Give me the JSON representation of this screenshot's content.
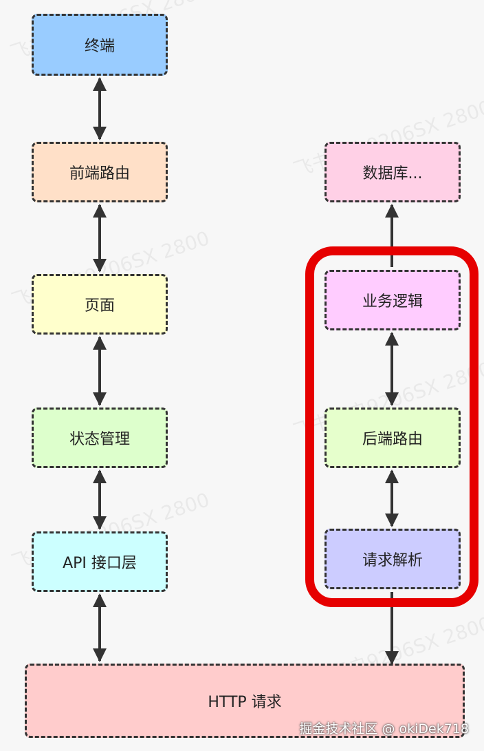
{
  "nodes": {
    "terminal": {
      "label": "终端",
      "color": "#99ccff"
    },
    "frontend_router": {
      "label": "前端路由",
      "color": "#ffe0c8"
    },
    "page": {
      "label": "页面",
      "color": "#ffffcc"
    },
    "state_management": {
      "label": "状态管理",
      "color": "#ddffcc"
    },
    "api_layer": {
      "label": "API 接口层",
      "color": "#ccffff"
    },
    "database": {
      "label": "数据库...",
      "color": "#ffd0e6"
    },
    "business_logic": {
      "label": "业务逻辑",
      "color": "#ffccff"
    },
    "backend_router": {
      "label": "后端路由",
      "color": "#e6ffcc"
    },
    "request_parsing": {
      "label": "请求解析",
      "color": "#ccccff"
    },
    "http_request": {
      "label": "HTTP 请求",
      "color": "#ffcccc"
    }
  },
  "highlight_color": "#e60000",
  "arrow_color": "#333333",
  "credit": "掘金技术社区 @ okiDek718"
}
